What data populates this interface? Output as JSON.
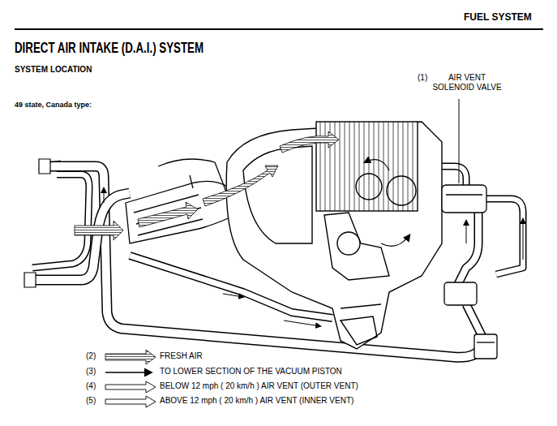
{
  "diagram": {
    "title": "DIRECT AIR INTAKE (D.A.I.) SYSTEM",
    "labels": [
      "FUEL SYSTEM",
      "SYSTEM LOCATION",
      "49 state, Canada type:",
      "(1)",
      "AIR VENT SOLENOID VALVE",
      "(2)",
      "(3)",
      "(4)",
      "(5)"
    ],
    "legend": [
      {
        "text": "FRESH AIR"
      },
      {
        "text": "TO LOWER SECTION OF THE VACUUM PISTON"
      },
      {
        "text": "BELOW 12 mph ( 20 km/h ) AIR VENT (OUTER VENT)"
      },
      {
        "text": "ABOVE 12 mph ( 20 km/h ) AIR VENT (INNER VENT)"
      }
    ]
  }
}
